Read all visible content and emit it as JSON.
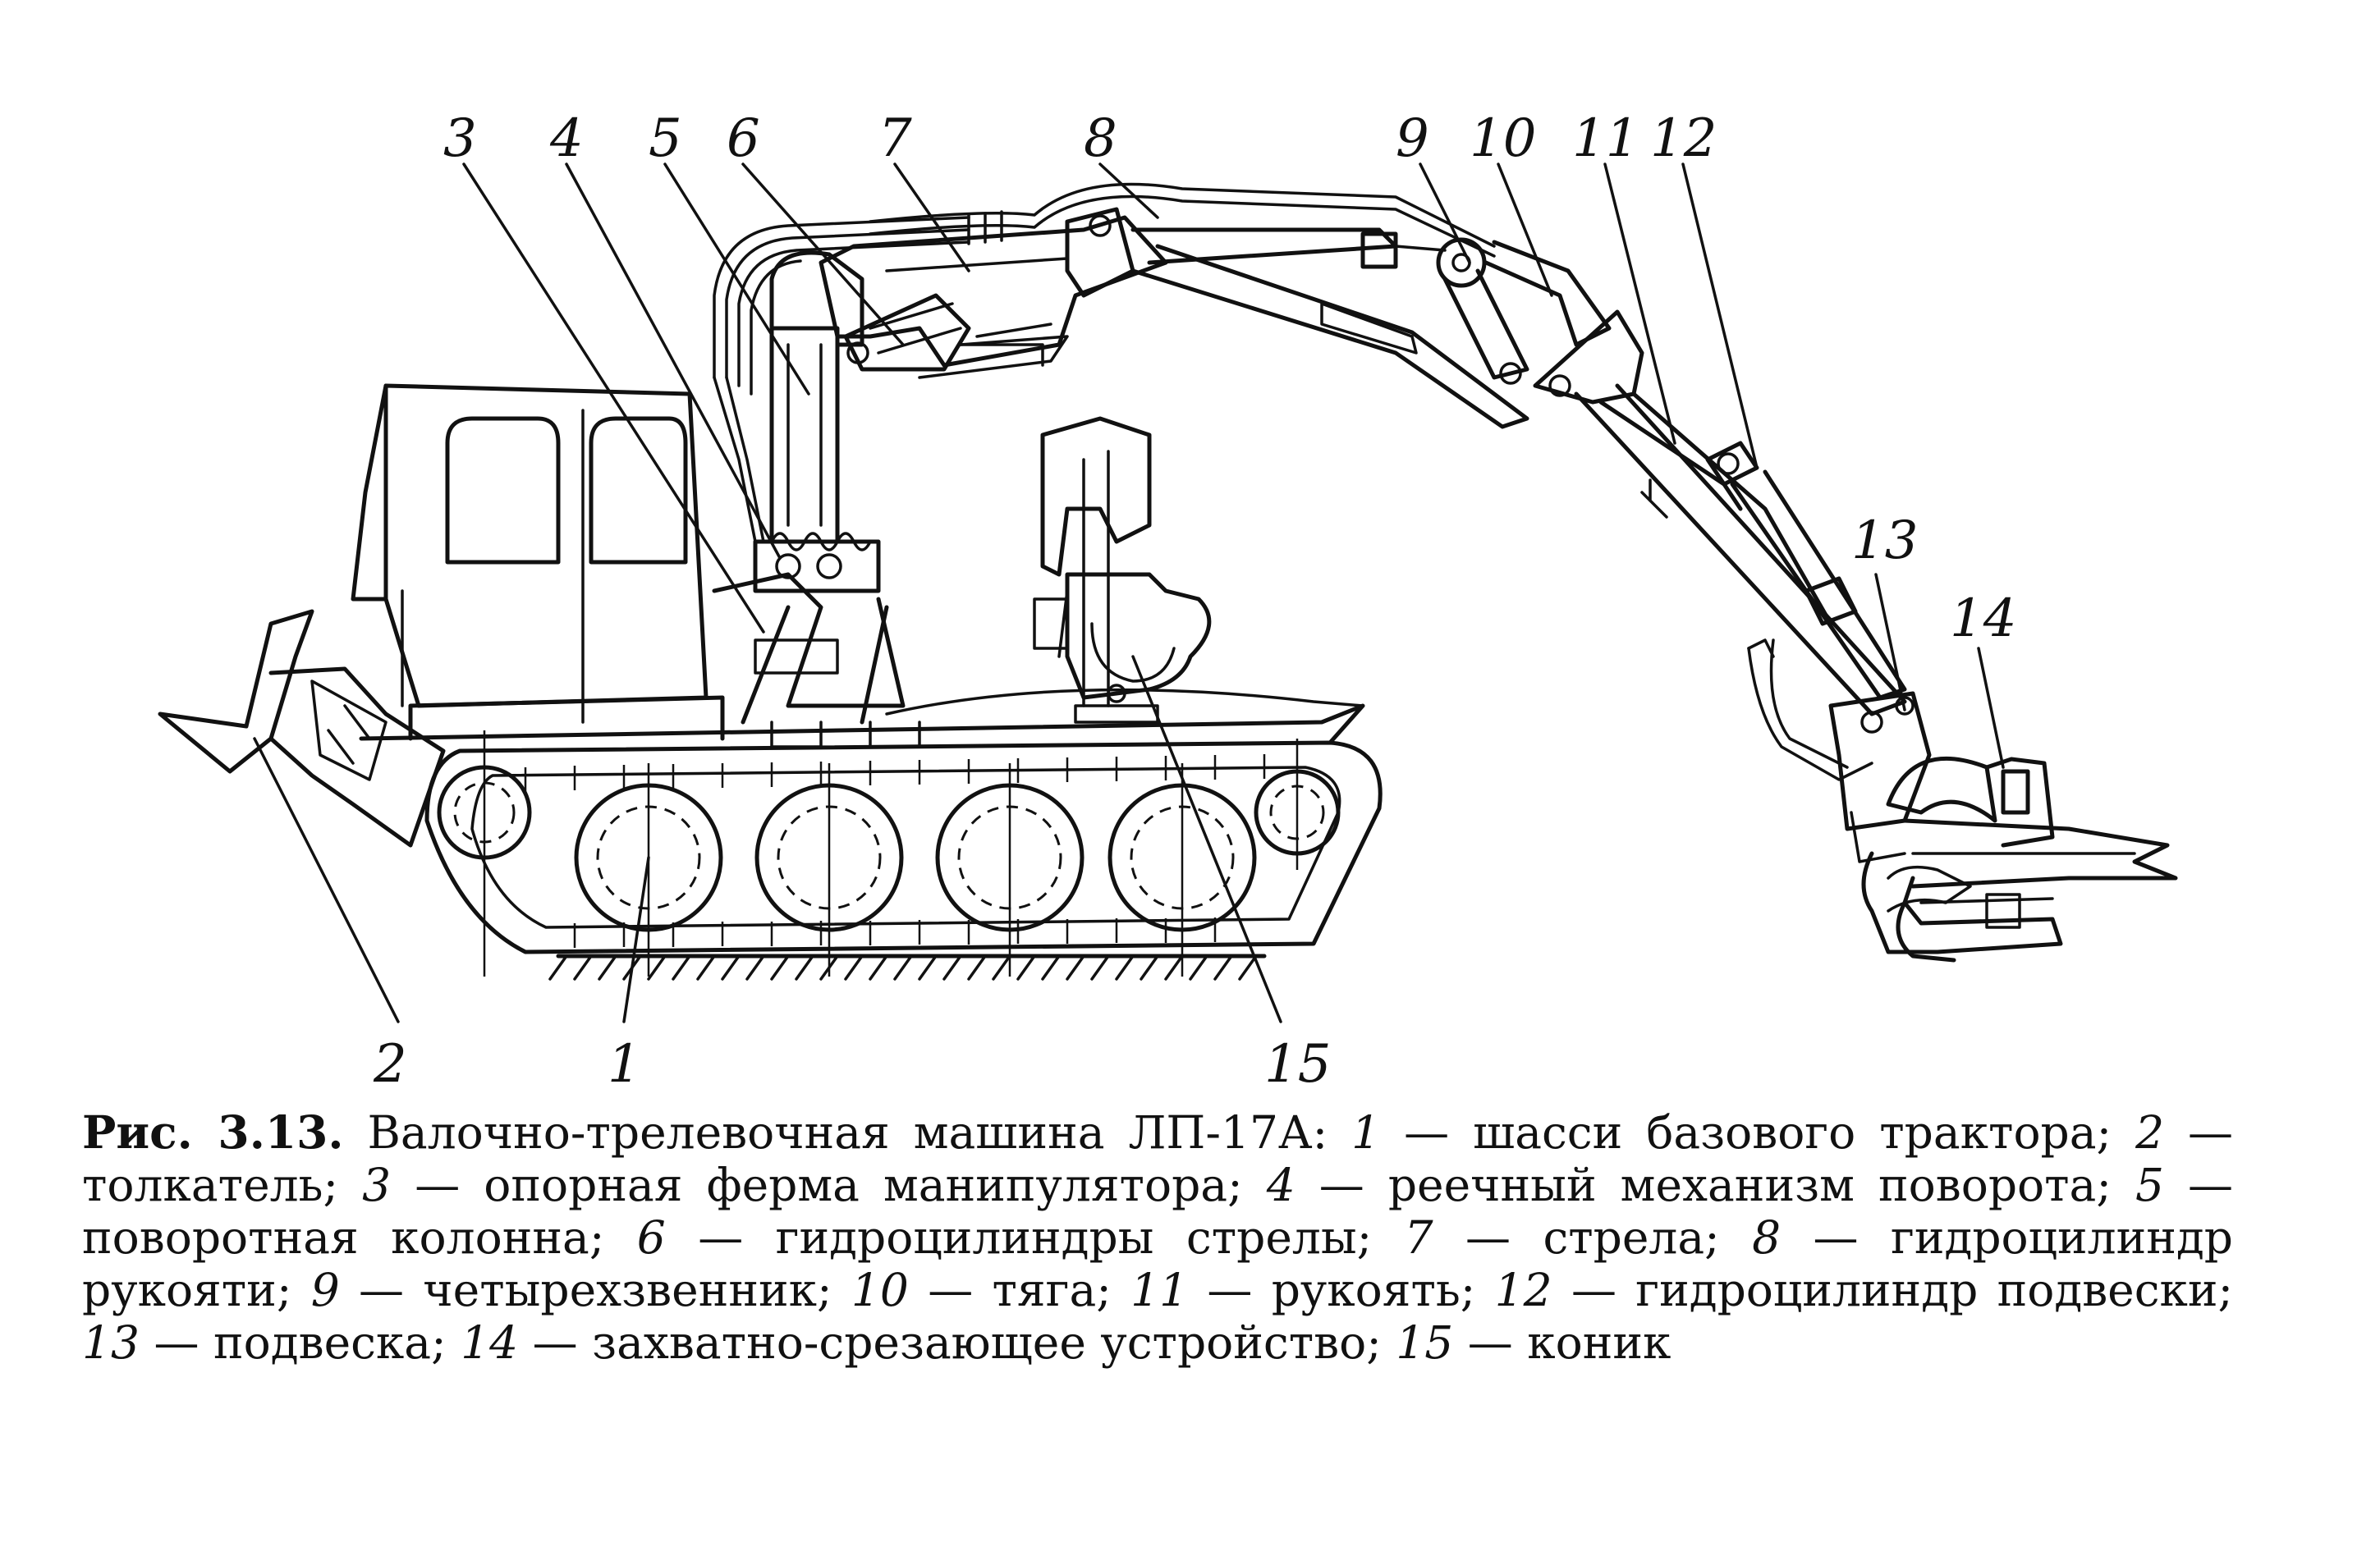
{
  "figure": {
    "caption": {
      "label": "Рис. 3.13.",
      "title": "Валочно-трелевочная машина ЛП-17А:",
      "items": [
        {
          "num": "1",
          "text": "шасси базового трактора;"
        },
        {
          "num": "2",
          "text": "толкатель;"
        },
        {
          "num": "3",
          "text": "опорная ферма манипулятора;"
        },
        {
          "num": "4",
          "text": "реечный механизм поворота;"
        },
        {
          "num": "5",
          "text": "поворотная колонна;"
        },
        {
          "num": "6",
          "text": "гидроцилиндры стрелы;"
        },
        {
          "num": "7",
          "text": "стрела;"
        },
        {
          "num": "8",
          "text": "гидроцилиндр рукояти;"
        },
        {
          "num": "9",
          "text": "четырехзвенник;"
        },
        {
          "num": "10",
          "text": "тяга;"
        },
        {
          "num": "11",
          "text": "рукоять;"
        },
        {
          "num": "12",
          "text": "гидроцилиндр подвески;"
        },
        {
          "num": "13",
          "text": "подвеска;"
        },
        {
          "num": "14",
          "text": "захватно-срезающее устройство;"
        },
        {
          "num": "15",
          "text": "коник"
        }
      ]
    },
    "callouts": [
      "1",
      "2",
      "3",
      "4",
      "5",
      "6",
      "7",
      "8",
      "9",
      "10",
      "11",
      "12",
      "13",
      "14",
      "15"
    ]
  }
}
